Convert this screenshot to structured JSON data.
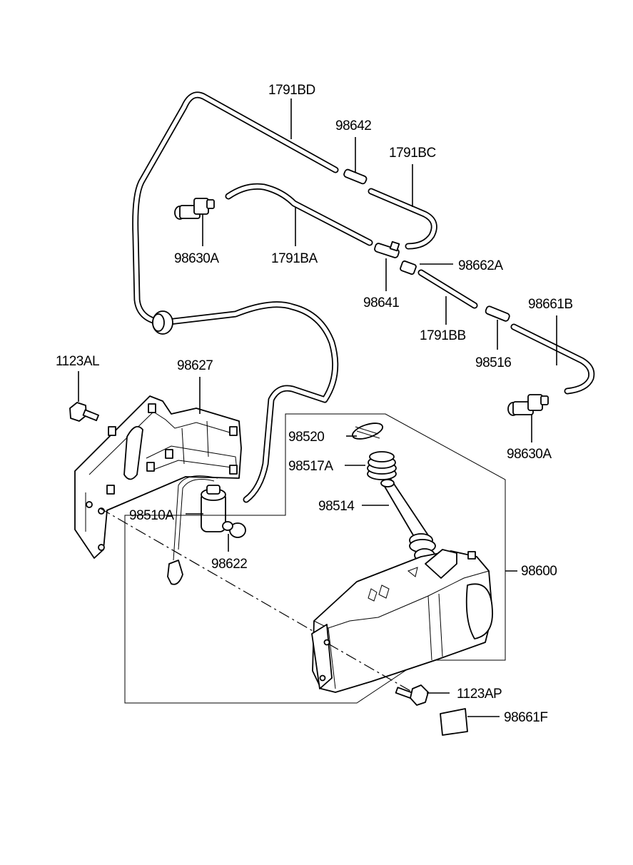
{
  "diagram": {
    "labels": {
      "hose_1791BD": "1791BD",
      "connector_98642": "98642",
      "hose_1791BC": "1791BC",
      "nozzle_98630A_left": "98630A",
      "hose_1791BA": "1791BA",
      "connector_98662A": "98662A",
      "connector_98641": "98641",
      "hose_1791BB": "1791BB",
      "hose_98661B": "98661B",
      "connector_98516": "98516",
      "nozzle_98630A_right": "98630A",
      "bolt_1123AL": "1123AL",
      "bracket_98627": "98627",
      "cap_98520": "98520",
      "filter_98517A": "98517A",
      "inlet_98514": "98514",
      "pump_98510A": "98510A",
      "grommet_98622": "98622",
      "reservoir_98600": "98600",
      "bolt_1123AP": "1123AP",
      "label_98661F": "98661F"
    }
  }
}
